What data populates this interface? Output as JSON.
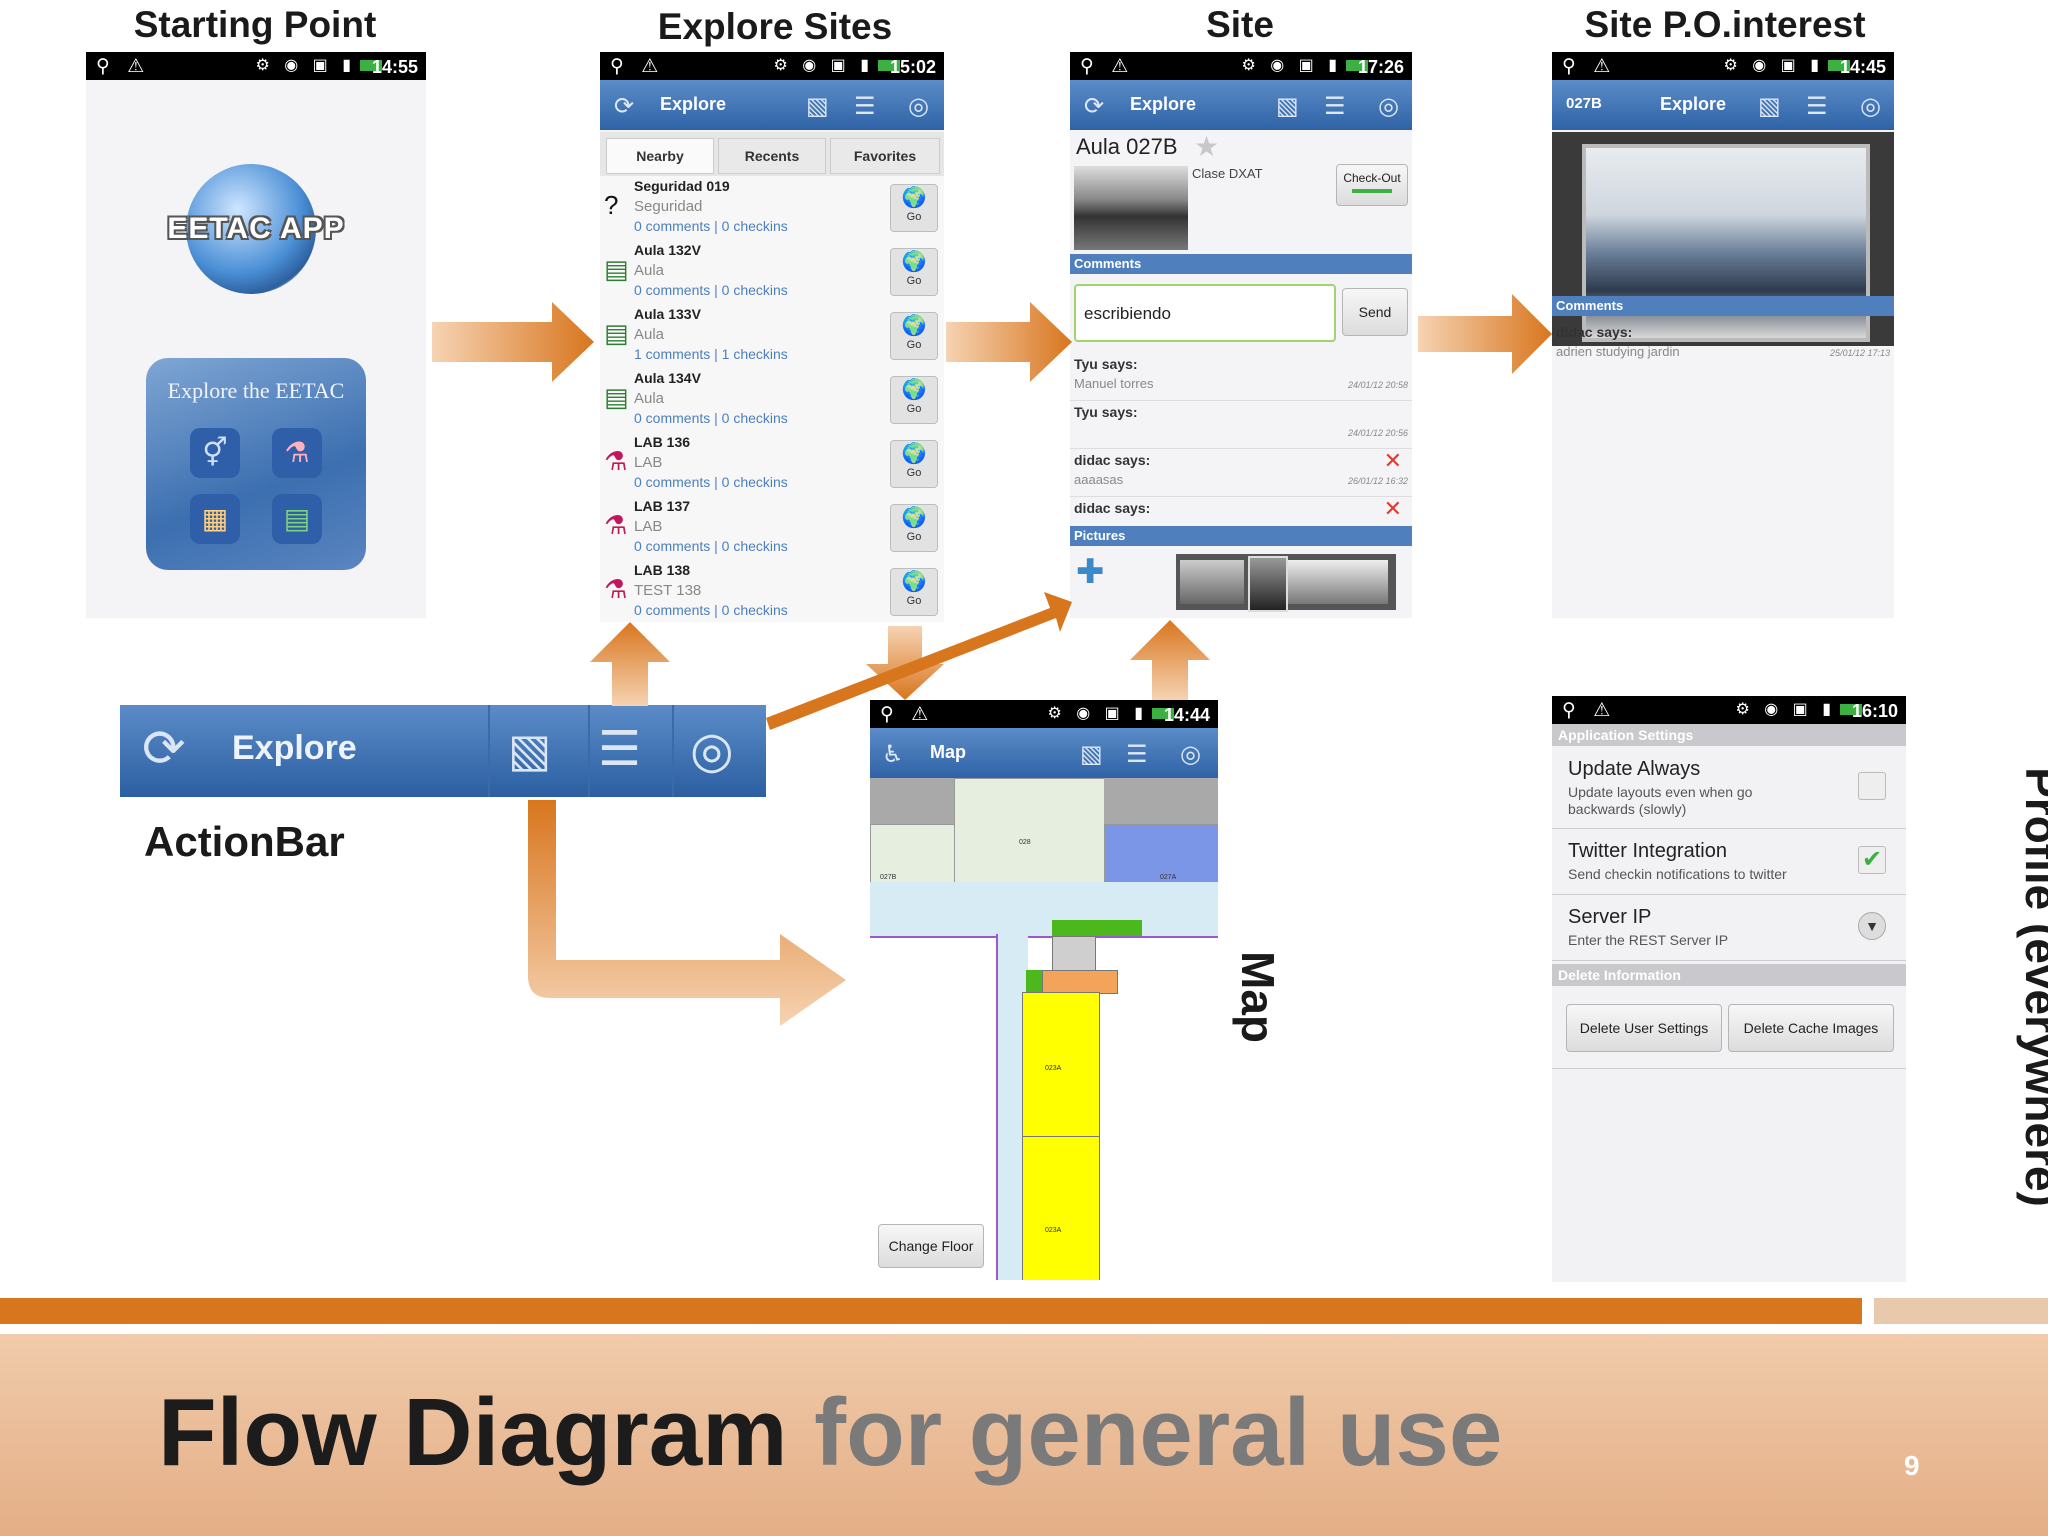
{
  "labels": {
    "starting_point": "Starting Point",
    "explore_sites": "Explore Sites",
    "site": "Site",
    "site_poi": "Site P.O.interest",
    "actionbar": "ActionBar",
    "map": "Map",
    "profile": "Profile (everywhere)"
  },
  "status_times": {
    "start": "14:55",
    "explore": "15:02",
    "site": "17:26",
    "poi": "14:45",
    "map": "14:44",
    "profile": "16:10"
  },
  "start_screen": {
    "logo_text": "EETAC APP",
    "explore_text": "Explore the EETAC"
  },
  "explore_screen": {
    "actionbar_title": "Explore",
    "tabs": [
      "Nearby",
      "Recents",
      "Favorites"
    ],
    "go_label": "Go",
    "items": [
      {
        "title": "Seguridad 019",
        "type": "Seguridad",
        "meta": "0 comments  |  0 checkins",
        "icon": "question-icon"
      },
      {
        "title": "Aula 132V",
        "type": "Aula",
        "meta": "0 comments  |  0 checkins",
        "icon": "chalkboard-icon"
      },
      {
        "title": "Aula 133V",
        "type": "Aula",
        "meta": "1 comments  |  1 checkins",
        "icon": "chalkboard-icon"
      },
      {
        "title": "Aula 134V",
        "type": "Aula",
        "meta": "0 comments  |  0 checkins",
        "icon": "chalkboard-icon"
      },
      {
        "title": "LAB 136",
        "type": "LAB",
        "meta": "0 comments  |  0 checkins",
        "icon": "flask-icon"
      },
      {
        "title": "LAB 137",
        "type": "LAB",
        "meta": "0 comments  |  0 checkins",
        "icon": "flask-icon"
      },
      {
        "title": "LAB 138",
        "type": "TEST 138",
        "meta": "0 comments  |  0 checkins",
        "icon": "flask-icon"
      }
    ]
  },
  "site_screen": {
    "actionbar_title": "Explore",
    "site_name": "Aula 027B",
    "class_text": "Clase DXAT",
    "checkout_label": "Check-Out",
    "comments_header": "Comments",
    "input_value": "escribiendo",
    "send_label": "Send",
    "comments": [
      {
        "who": "Tyu says:",
        "text": "Manuel torres",
        "date": "24/01/12 20:58"
      },
      {
        "who": "Tyu says:",
        "text": "",
        "date": "24/01/12 20:56"
      },
      {
        "who": "didac says:",
        "text": "aaaasas",
        "date": "26/01/12 16:32"
      },
      {
        "who": "didac says:",
        "text": "",
        "date": ""
      }
    ],
    "pictures_header": "Pictures"
  },
  "poi_screen": {
    "actionbar_left": "027B",
    "actionbar_title": "Explore",
    "comments_header": "Comments",
    "comment_who": "didac says:",
    "comment_text": "adrien studying jardin",
    "comment_date": "25/01/12 17:13"
  },
  "actionbar_zoom": {
    "title": "Explore"
  },
  "map_screen": {
    "actionbar_title": "Map",
    "change_floor_label": "Change Floor",
    "rooms": [
      "028",
      "027B",
      "027A",
      "023A",
      "023A"
    ]
  },
  "profile_screen": {
    "app_settings_header": "Application Settings",
    "prefs": [
      {
        "title": "Update Always",
        "summary": "Update layouts even when go backwards (slowly)",
        "checked": false
      },
      {
        "title": "Twitter Integration",
        "summary": "Send checkin notifications to twitter",
        "checked": true
      },
      {
        "title": "Server IP",
        "summary": "Enter the REST Server IP",
        "checked": false
      }
    ],
    "delete_header": "Delete Information",
    "delete_user_label": "Delete User Settings",
    "delete_cache_label": "Delete Cache Images"
  },
  "footer": {
    "title_bold": "Flow Diagram",
    "title_rest": "for general use",
    "page_number": "9"
  },
  "colors": {
    "arrow_orange": "#d8761e",
    "footer_bg": "#e7b692",
    "actionbar_blue": "#2f63a6",
    "map_yellow": "#ffff00",
    "map_blue": "#7b96e6"
  }
}
